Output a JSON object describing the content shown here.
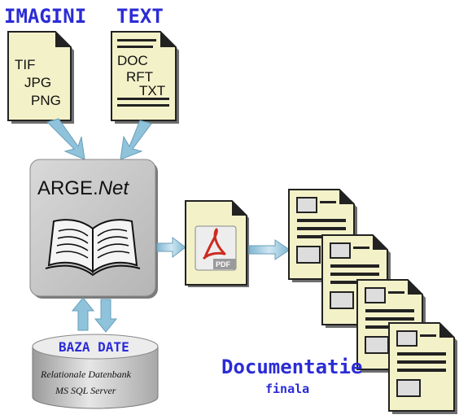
{
  "inputs": {
    "images_title": "IMAGINI",
    "images_formats": [
      "TIF",
      "JPG",
      "PNG"
    ],
    "text_title": "TEXT",
    "text_formats": [
      "DOC",
      "RFT",
      "TXT"
    ]
  },
  "processor": {
    "name_prefix": "ARGE.",
    "name_suffix": "Net"
  },
  "output_icon": "pdf-icon",
  "output_icon_label": "PDF",
  "database": {
    "title": "BAZA DATE",
    "line1": "Relationale Datenbank",
    "line2": "MS SQL Server"
  },
  "documentation": {
    "title": "Documentatie",
    "subtitle": "finala"
  },
  "colors": {
    "label_blue": "#2b2bd6",
    "paper": "#f3f1c8",
    "arrow": "#8fc3dc",
    "panel": "#c8c8c8"
  }
}
